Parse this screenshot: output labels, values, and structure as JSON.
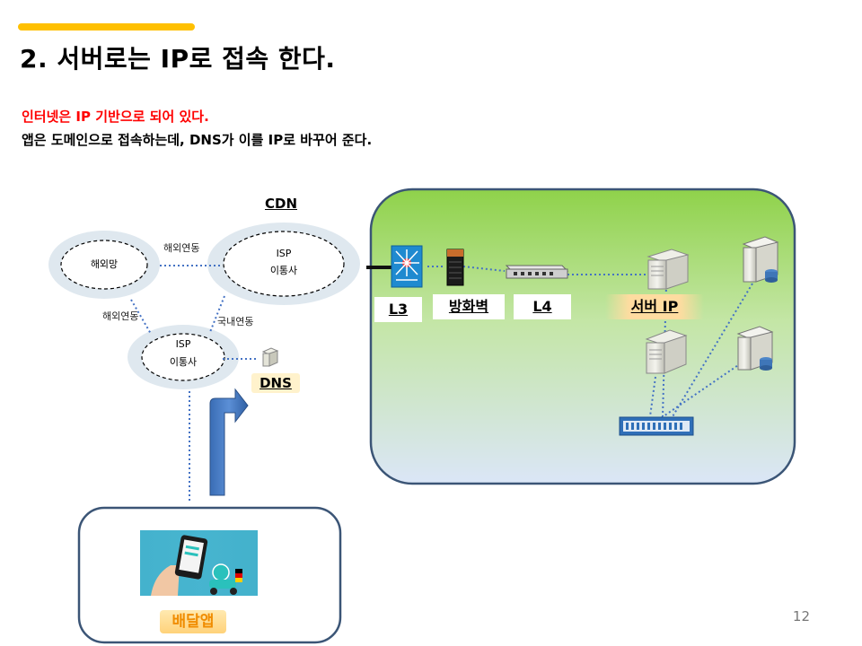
{
  "slide": {
    "title": "2. 서버로는 IP로 접속 한다.",
    "subtitle_red": "인터넷은 IP 기반으로 되어 있다.",
    "subtitle_black": "앱은 도메인으로 접속하는데,  DNS가 이를 IP로 바꾸어 준다.",
    "page_number": "12",
    "accent_color": "#ffc000"
  },
  "network": {
    "overseas": "해외망",
    "overseas_link_top": "해외연동",
    "overseas_link_left": "해외연동",
    "domestic_link": "국내연동",
    "cdn": "CDN",
    "isp_top": {
      "line1": "ISP",
      "line2": "이통사"
    },
    "isp_bottom": {
      "line1": "ISP",
      "line2": "이통사"
    },
    "dns": "DNS"
  },
  "datacenter": {
    "l3": "L3",
    "firewall": "방화벽",
    "l4": "L4",
    "server_ip": "서버 IP"
  },
  "client": {
    "app_label": "배달앱"
  }
}
